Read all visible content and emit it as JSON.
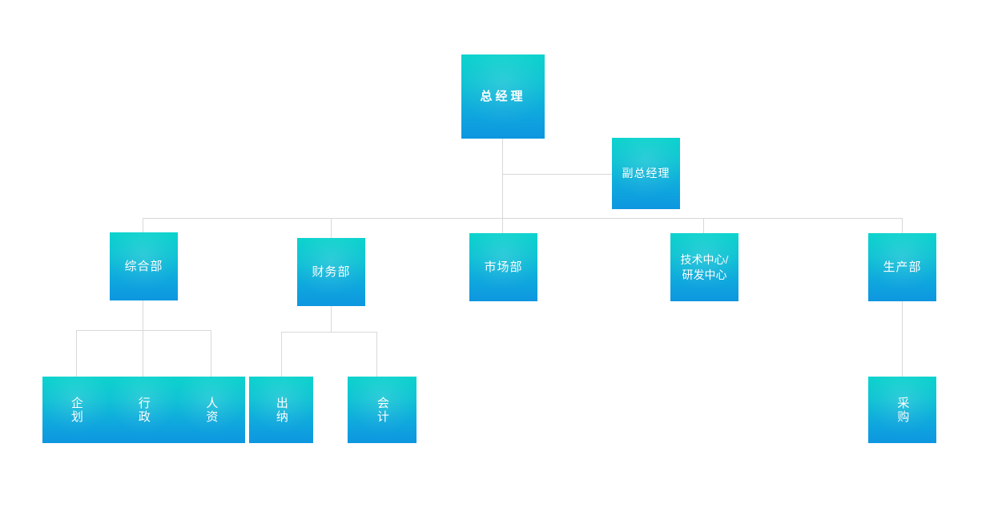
{
  "chart_data": {
    "type": "diagram",
    "title": "",
    "orientation": "top-down",
    "theme": {
      "background": "#ffffff",
      "node_gradient_top": "#0dd3cd",
      "node_gradient_bottom": "#0d96e0",
      "node_text_color": "#ffffff",
      "connector_color": "#d8d8d8"
    },
    "nodes": [
      {
        "id": "gm",
        "label": "总经理",
        "level": 0,
        "parent": null
      },
      {
        "id": "deputy_gm",
        "label": "副总经理",
        "level": 1,
        "parent": "gm"
      },
      {
        "id": "general",
        "label": "综合部",
        "level": 2,
        "parent": "gm"
      },
      {
        "id": "finance",
        "label": "财务部",
        "level": 2,
        "parent": "gm"
      },
      {
        "id": "market",
        "label": "市场部",
        "level": 2,
        "parent": "gm"
      },
      {
        "id": "tech",
        "label": "技术中心/\n研发中心",
        "level": 2,
        "parent": "gm"
      },
      {
        "id": "product",
        "label": "生产部",
        "level": 2,
        "parent": "gm"
      },
      {
        "id": "planning",
        "label": "企划",
        "level": 3,
        "parent": "general"
      },
      {
        "id": "admin",
        "label": "行政",
        "level": 3,
        "parent": "general"
      },
      {
        "id": "hr",
        "label": "人资",
        "level": 3,
        "parent": "general"
      },
      {
        "id": "cashier",
        "label": "出纳",
        "level": 3,
        "parent": "finance"
      },
      {
        "id": "accounting",
        "label": "会计",
        "level": 3,
        "parent": "finance"
      },
      {
        "id": "purchase",
        "label": "采购",
        "level": 3,
        "parent": "product"
      }
    ]
  },
  "nodes": {
    "gm": {
      "label": "总经理"
    },
    "deputy_gm": {
      "label": "副总经理"
    },
    "general": {
      "label": "综合部"
    },
    "finance": {
      "label": "财务部"
    },
    "market": {
      "label": "市场部"
    },
    "tech": {
      "label": "技术中心/\n研发中心"
    },
    "product": {
      "label": "生产部"
    },
    "planning": {
      "label": "企划"
    },
    "admin": {
      "label": "行政"
    },
    "hr": {
      "label": "人资"
    },
    "cashier": {
      "label": "出纳"
    },
    "accounting": {
      "label": "会计"
    },
    "purchase": {
      "label": "采购"
    }
  }
}
